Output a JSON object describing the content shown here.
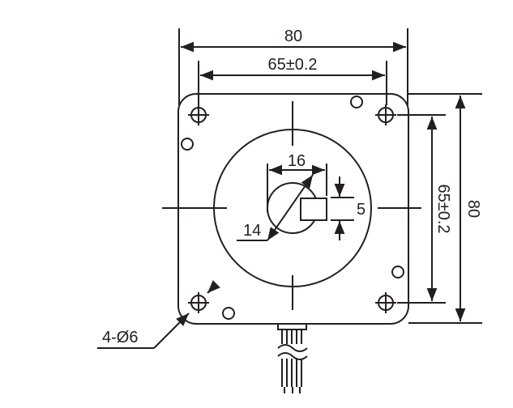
{
  "dimensions": {
    "overall_width": "80",
    "hole_spacing_width": "65±0.2",
    "overall_height": "80",
    "hole_spacing_height": "65±0.2",
    "shaft_flat_width": "16",
    "shaft_diameter": "14",
    "key_height": "5",
    "mounting_holes": "4-Ø6"
  },
  "colors": {
    "line": "#231f20",
    "background": "#ffffff"
  }
}
